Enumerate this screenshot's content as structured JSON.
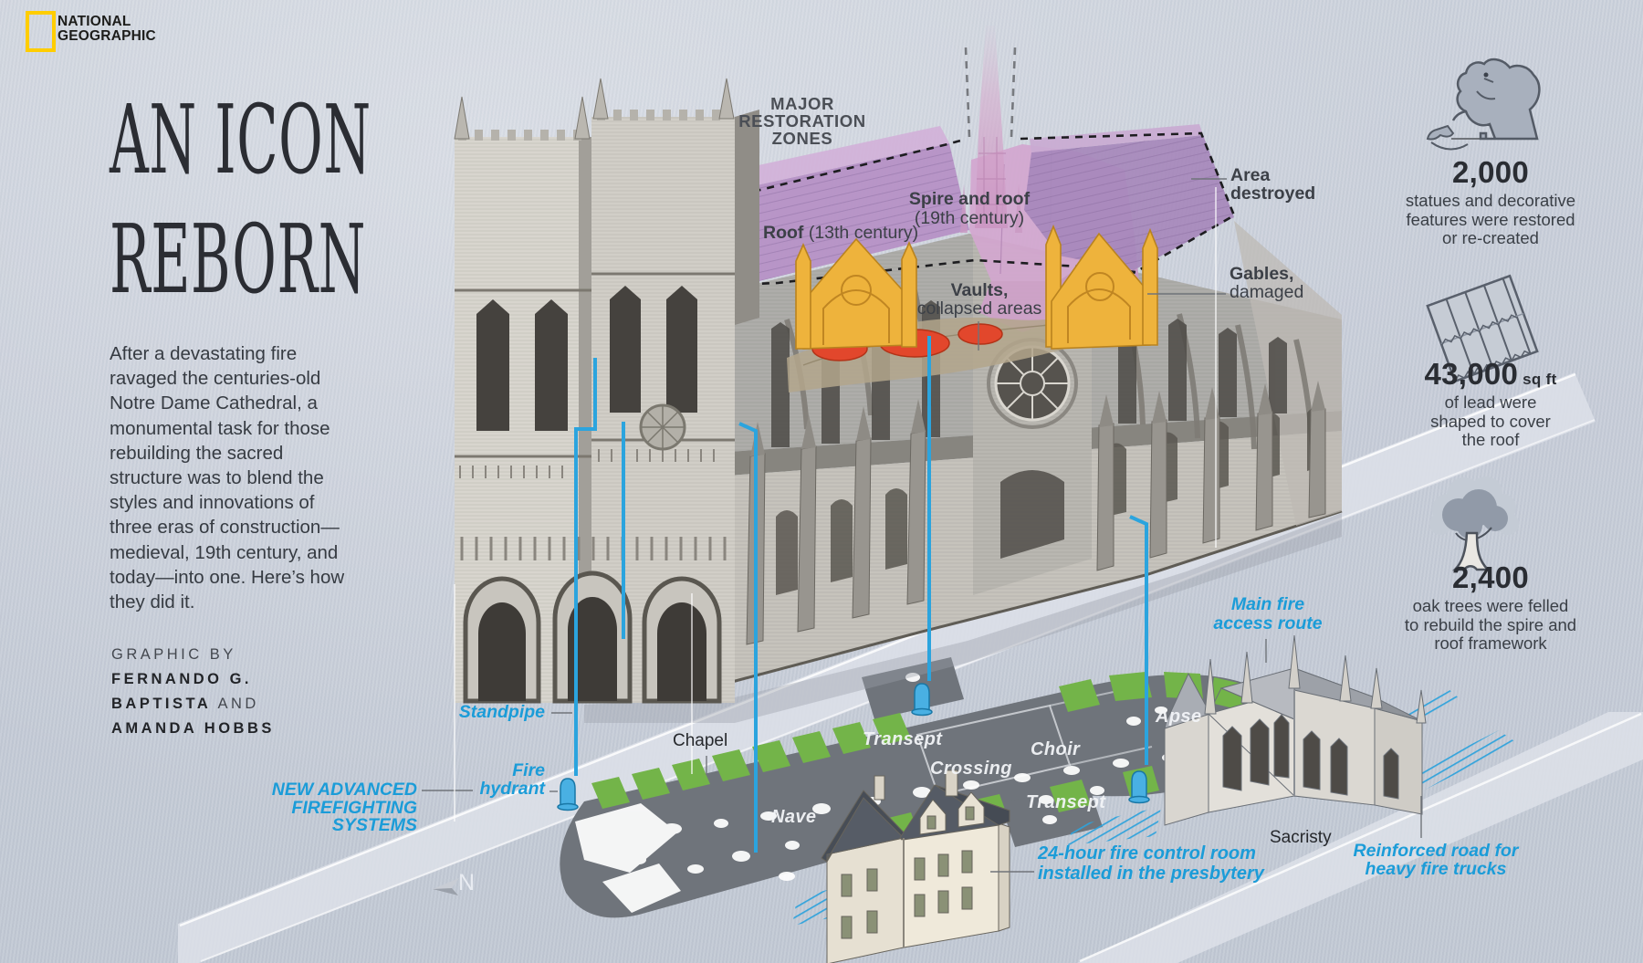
{
  "logo": {
    "line1": "NATIONAL",
    "line2": "GEOGRAPHIC"
  },
  "title": {
    "line1": "AN ICON",
    "line2": "REBORN"
  },
  "intro": "After a devastating fire ravaged the centuries-old Notre Dame Cathedral, a monumental task for those rebuilding the sacred structure was to blend the styles and innovations of three eras of construction—medieval, 19th century, and today—into one. Here’s how they did it.",
  "credits": {
    "prefix": "GRAPHIC BY",
    "name1": "FERNANDO G.",
    "name2": "BAPTISTA",
    "and": "AND",
    "name3": "AMANDA HOBBS"
  },
  "zones": {
    "heading1": "MAJOR",
    "heading2": "RESTORATION",
    "heading3": "ZONES",
    "roof_bold": "Roof",
    "roof_rest": " (13th century)",
    "spire_bold": "Spire and roof",
    "spire_rest": "(19th century)",
    "area1": "Area",
    "area2": "destroyed",
    "vaults_bold": "Vaults,",
    "vaults_rest": "collapsed areas",
    "gables_bold": "Gables,",
    "gables_rest": "damaged"
  },
  "stats": [
    {
      "icon": "gargoyle-icon",
      "value": "2,000",
      "desc": "statues and decorative features were restored or re-created"
    },
    {
      "icon": "lead-sheets-icon",
      "value": "43,000",
      "unit": "sq ft",
      "desc": "of lead were shaped to cover the roof"
    },
    {
      "icon": "oak-tree-icon",
      "value": "2,400",
      "desc": "oak trees were felled to rebuild the spire and roof framework"
    }
  ],
  "fire": {
    "standpipe": "Standpipe",
    "hydrant1": "Fire",
    "hydrant2": "hydrant",
    "systems1": "NEW ADVANCED",
    "systems2": "FIREFIGHTING",
    "systems3": "SYSTEMS",
    "access1": "Main fire",
    "access2": "access route",
    "control1": "24-hour fire control room",
    "control2": "installed in the presbytery",
    "reinforced1": "Reinforced road for",
    "reinforced2": "heavy fire trucks"
  },
  "plan": {
    "chapel": "Chapel",
    "nave": "Nave",
    "transept_n": "Transept",
    "crossing": "Crossing",
    "choir": "Choir",
    "transept_s": "Transept",
    "apse": "Apse",
    "sacristy": "Sacristy",
    "compass": "N"
  },
  "colors": {
    "accent_blue": "#1b9cd8",
    "zone_purple": "#b58fc4",
    "zone_pink": "#d3a6cf",
    "zone_dark_purple": "#a688bb",
    "gable_yellow": "#eeb33c",
    "damage_red": "#e2472c",
    "plan_green": "#73b449",
    "logo_yellow": "#ffcd00"
  }
}
